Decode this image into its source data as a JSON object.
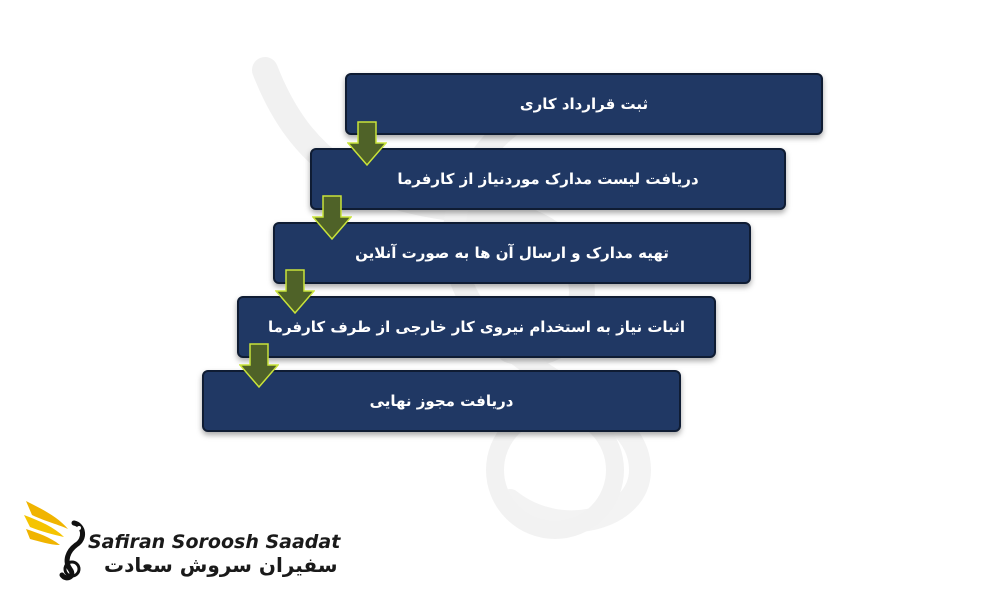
{
  "steps": [
    {
      "label": "ثبت قرارداد کاری"
    },
    {
      "label": "دریافت لیست مدارک موردنیاز از کارفرما"
    },
    {
      "label": "تهیه مدارک و ارسال آن ها به صورت آنلاین"
    },
    {
      "label": "اثبات نیاز به استخدام نیروی کار خارجی از طرف کارفرما"
    },
    {
      "label": "دریافت مجوز نهایی"
    }
  ],
  "logo": {
    "name_en": "Safiran Soroosh Saadat",
    "name_fa": "سفیران سروش سعادت"
  },
  "colors": {
    "box_fill": "#203864",
    "box_border": "#0f1c33",
    "arrow_fill": "#4f6228",
    "arrow_stroke": "#c9e33a",
    "logo_gold": "#f0b400"
  }
}
